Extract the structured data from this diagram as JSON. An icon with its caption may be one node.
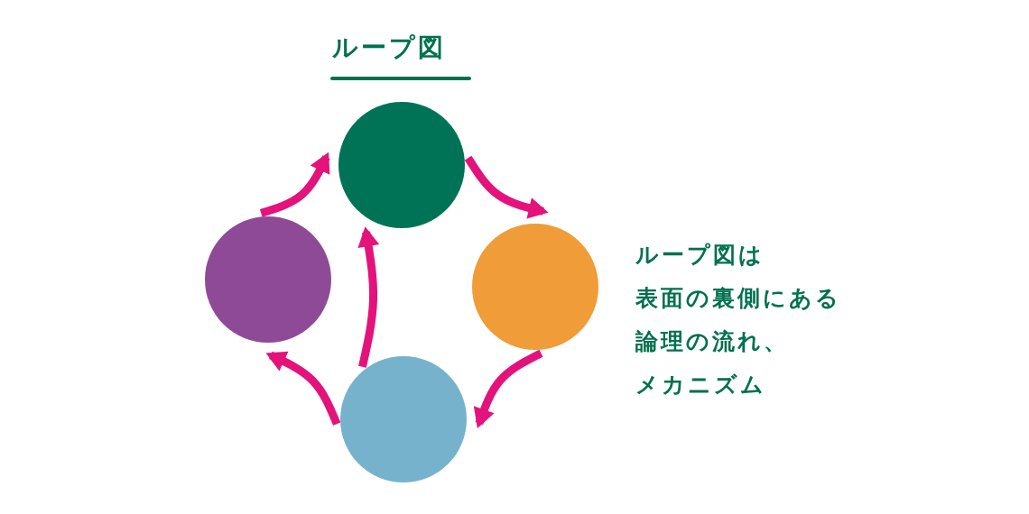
{
  "diagram": {
    "title": "ループ図",
    "nodes": [
      {
        "text": [],
        "shape": "circle"
      },
      {
        "text": [],
        "shape": "circle"
      },
      {
        "text": [],
        "shape": "circle"
      },
      {
        "text": [],
        "shape": "circle"
      }
    ],
    "edges": [
      {
        "from": 0,
        "to": 2,
        "arrow": "to"
      },
      {
        "from": 2,
        "to": 3,
        "arrow": "to"
      },
      {
        "from": 3,
        "to": 1,
        "arrow": "to"
      },
      {
        "from": 1,
        "to": 0,
        "arrow": "to"
      },
      {
        "from": 3,
        "to": 0,
        "arrow": "to"
      }
    ],
    "labels": [
      "ループ図は",
      "表面の裏側にある",
      "論理の流れ、",
      "メカニズム"
    ]
  }
}
